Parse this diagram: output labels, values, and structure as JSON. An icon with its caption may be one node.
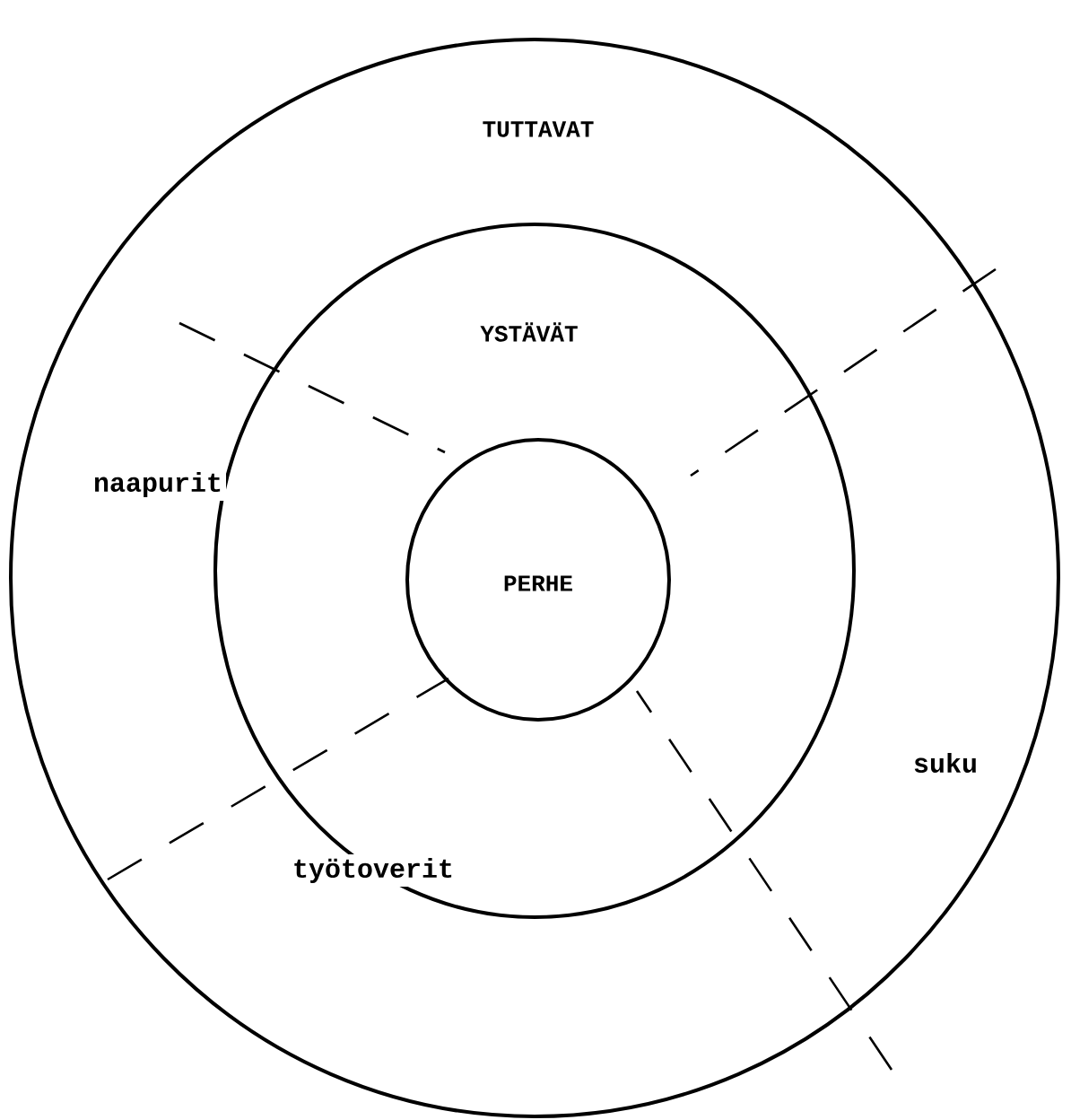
{
  "diagram": {
    "nodes": [
      {
        "text": [
          "TUTTAVAT"
        ]
      },
      {
        "text": [
          "YSTÄVÄT"
        ],
        "in": 0
      },
      {
        "text": [
          "PERHE"
        ],
        "in": 1
      }
    ],
    "labels": [
      "naapurit",
      "työtoverit",
      "suku"
    ]
  }
}
